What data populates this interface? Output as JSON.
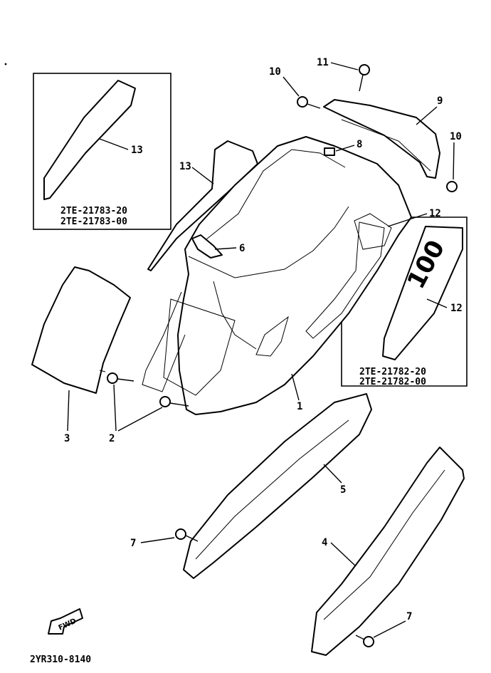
{
  "diagram": {
    "drawing_code": "2YR310-8140",
    "fwd_label": "FWD",
    "inset_left": {
      "part_label": "13",
      "codes": [
        "2TE-21783-20",
        "2TE-21783-00"
      ]
    },
    "inset_right": {
      "part_label": "12",
      "codes": [
        "2TE-21782-20",
        "2TE-21782-00"
      ]
    },
    "callouts": [
      "1",
      "2",
      "3",
      "4",
      "5",
      "6",
      "7",
      "7",
      "8",
      "9",
      "10",
      "10",
      "11",
      "12",
      "13"
    ],
    "decal_text": "100"
  }
}
